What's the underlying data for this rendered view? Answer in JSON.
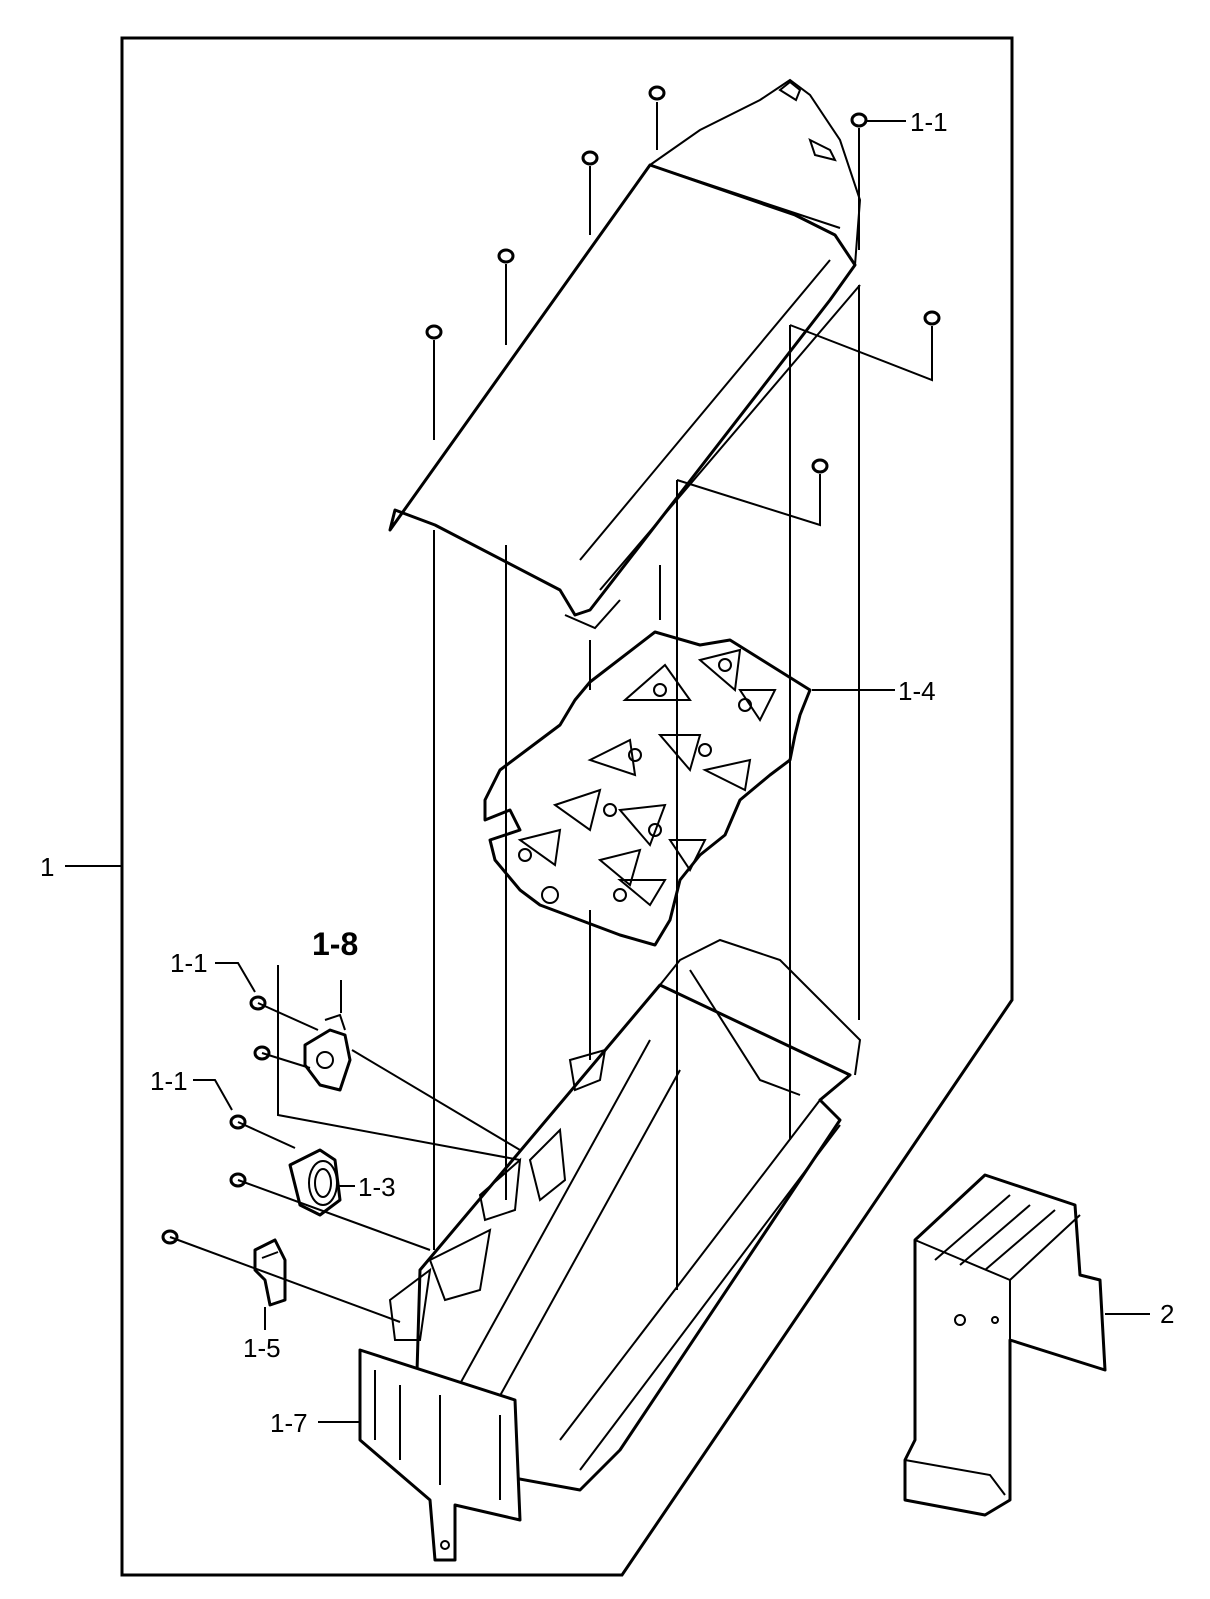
{
  "labels": {
    "assembly": "1",
    "screw_top": "1-1",
    "plate": "1-4",
    "part_1_8": "1-8",
    "screw_left_upper": "1-1",
    "screw_left_lower": "1-1",
    "thermostat": "1-3",
    "part_1_5": "1-5",
    "shield": "1-7",
    "bracket": "2"
  }
}
